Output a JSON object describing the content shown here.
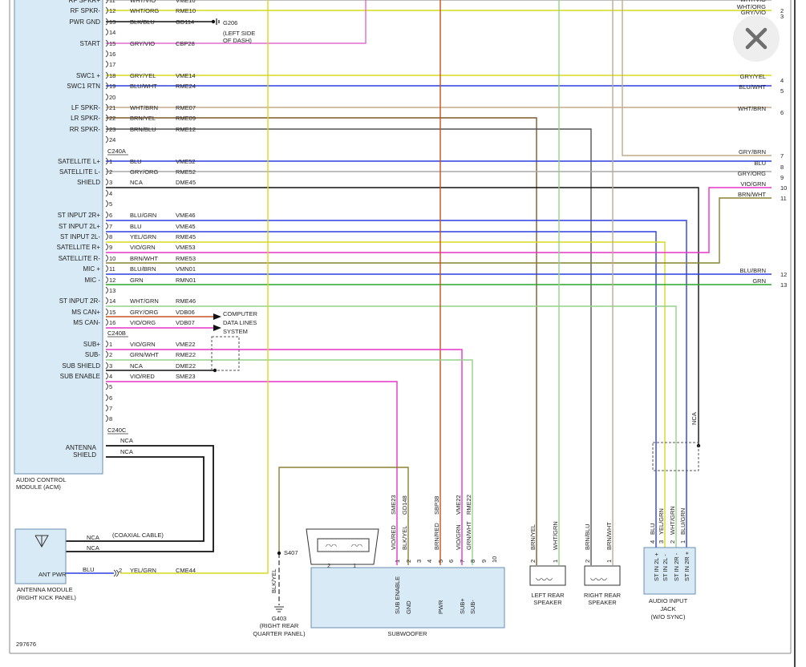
{
  "acm": {
    "label_lines": [
      "AUDIO CONTROL",
      "MODULE (ACM)"
    ],
    "pins_top": [
      {
        "label": "RF SPKR+",
        "pin": "11",
        "color_code": "WHT/VIO",
        "circuit": "VME10"
      },
      {
        "label": "RF SPKR-",
        "pin": "12",
        "color_code": "WHT/ORG",
        "circuit": "RME10"
      },
      {
        "label": "PWR GND",
        "pin": "13",
        "color_code": "BLK/BLU",
        "circuit": "GD114"
      },
      {
        "label": "",
        "pin": "14",
        "color_code": "",
        "circuit": ""
      },
      {
        "label": "START",
        "pin": "15",
        "color_code": "GRY/VIO",
        "circuit": "CBP28"
      },
      {
        "label": "",
        "pin": "16",
        "color_code": "",
        "circuit": ""
      },
      {
        "label": "",
        "pin": "17",
        "color_code": "",
        "circuit": ""
      },
      {
        "label": "SWC1 +",
        "pin": "18",
        "color_code": "GRY/YEL",
        "circuit": "VME14"
      },
      {
        "label": "SWC1 RTN",
        "pin": "19",
        "color_code": "BLU/WHT",
        "circuit": "RME24"
      },
      {
        "label": "",
        "pin": "20",
        "color_code": "",
        "circuit": ""
      },
      {
        "label": "LF SPKR-",
        "pin": "21",
        "color_code": "WHT/BRN",
        "circuit": "RME07"
      },
      {
        "label": "LR SPKR-",
        "pin": "22",
        "color_code": "BRN/YEL",
        "circuit": "RME09"
      },
      {
        "label": "RR SPKR-",
        "pin": "23",
        "color_code": "BRN/BLU",
        "circuit": "RME12"
      },
      {
        "label": "",
        "pin": "24",
        "color_code": "",
        "circuit": ""
      }
    ],
    "connector_a": "C240A",
    "pins_a": [
      {
        "label": "SATELLITE L+",
        "pin": "1",
        "color_code": "BLU",
        "circuit": "VME52"
      },
      {
        "label": "SATELLITE L-",
        "pin": "2",
        "color_code": "GRY/ORG",
        "circuit": "RME52"
      },
      {
        "label": "SHIELD",
        "pin": "3",
        "color_code": "NCA",
        "circuit": "DME45"
      },
      {
        "label": "",
        "pin": "4",
        "color_code": "",
        "circuit": ""
      },
      {
        "label": "",
        "pin": "5",
        "color_code": "",
        "circuit": ""
      },
      {
        "label": "ST INPUT 2R+",
        "pin": "6",
        "color_code": "BLU/GRN",
        "circuit": "VME46"
      },
      {
        "label": "ST INPUT 2L+",
        "pin": "7",
        "color_code": "BLU",
        "circuit": "VME45"
      },
      {
        "label": "ST INPUT 2L-",
        "pin": "8",
        "color_code": "YEL/GRN",
        "circuit": "RME45"
      },
      {
        "label": "SATELLITE R+",
        "pin": "9",
        "color_code": "VIO/GRN",
        "circuit": "VME53"
      },
      {
        "label": "SATELLITE R-",
        "pin": "10",
        "color_code": "BRN/WHT",
        "circuit": "RME53"
      },
      {
        "label": "MIC +",
        "pin": "11",
        "color_code": "BLU/BRN",
        "circuit": "VMN01"
      },
      {
        "label": "MIC -",
        "pin": "12",
        "color_code": "GRN",
        "circuit": "RMN01"
      },
      {
        "label": "",
        "pin": "13",
        "color_code": "",
        "circuit": ""
      },
      {
        "label": "ST INPUT 2R-",
        "pin": "14",
        "color_code": "WHT/GRN",
        "circuit": "RME46"
      },
      {
        "label": "MS CAN+",
        "pin": "15",
        "color_code": "GRY/ORG",
        "circuit": "VDB06"
      },
      {
        "label": "MS CAN-",
        "pin": "16",
        "color_code": "VIO/ORG",
        "circuit": "VDB07"
      }
    ],
    "connector_b": "C240B",
    "pins_b": [
      {
        "label": "SUB+",
        "pin": "1",
        "color_code": "VIO/GRN",
        "circuit": "VME22"
      },
      {
        "label": "SUB-",
        "pin": "2",
        "color_code": "GRN/WHT",
        "circuit": "RME22"
      },
      {
        "label": "SUB SHIELD",
        "pin": "3",
        "color_code": "NCA",
        "circuit": "DME22"
      },
      {
        "label": "SUB ENABLE",
        "pin": "4",
        "color_code": "VIO/RED",
        "circuit": "SME23"
      },
      {
        "label": "",
        "pin": "5",
        "color_code": "",
        "circuit": ""
      },
      {
        "label": "",
        "pin": "6",
        "color_code": "",
        "circuit": ""
      },
      {
        "label": "",
        "pin": "7",
        "color_code": "",
        "circuit": ""
      },
      {
        "label": "",
        "pin": "8",
        "color_code": "",
        "circuit": ""
      }
    ],
    "connector_c": "C240C",
    "antenna_labels": [
      "ANTENNA",
      "SHIELD"
    ],
    "antenna_nca": [
      "NCA",
      "NCA"
    ]
  },
  "right_edge": [
    {
      "pin": "2",
      "color_code": "WHT/ORG"
    },
    {
      "pin": "3",
      "color_code": "GRY/VIO"
    },
    {
      "pin": "4",
      "color_code": "GRY/YEL"
    },
    {
      "pin": "5",
      "color_code": "BLU/WHT"
    },
    {
      "pin": "6",
      "color_code": "WHT/BRN"
    },
    {
      "pin": "7",
      "color_code": "GRY/BRN"
    },
    {
      "pin": "8",
      "color_code": "BLU"
    },
    {
      "pin": "9",
      "color_code": "GRY/ORG"
    },
    {
      "pin": "10",
      "color_code": "VIO/GRN"
    },
    {
      "pin": "11",
      "color_code": "BRN/WHT"
    },
    {
      "pin": "12",
      "color_code": "BLU/BRN"
    },
    {
      "pin": "13",
      "color_code": "GRN"
    }
  ],
  "right_edge_top_partial": "WHT/VIO",
  "ground_g206": {
    "name": "G206",
    "lines": [
      "(LEFT SIDE",
      "OF DASH)"
    ]
  },
  "data_lines_lines": [
    "COMPUTER",
    "DATA LINES",
    "SYSTEM"
  ],
  "antenna_module": {
    "label_lines": [
      "ANTENNA MODULE",
      "(RIGHT KICK PANEL)"
    ],
    "nca": [
      "NCA",
      "NCA"
    ],
    "coax": "(COAXIAL CABLE)",
    "pwr_label": "ANT PWR",
    "pwr_color": "BLU",
    "pin": "2",
    "wire_color": "YEL/GRN",
    "circuit": "CME44"
  },
  "s407": "S407",
  "g403": {
    "wire": "BLK/YEL",
    "name": "G403",
    "lines": [
      "(RIGHT REAR",
      "QUARTER PANEL)"
    ]
  },
  "subwoofer": {
    "label": "SUBWOOFER",
    "pin_labels": [
      "SUB ENABLE",
      "GND",
      "PWR",
      "SUB+",
      "SUB-"
    ],
    "top_circuits": [
      "SME23",
      "GD148",
      "SBP38",
      "VME22",
      "RME22"
    ],
    "wire_colors": [
      "VIO/RED",
      "BLK/YEL",
      "BRN/RED",
      "VIO/GRN",
      "GRN/WHT"
    ],
    "pins": [
      "1",
      "2",
      "3",
      "4",
      "5",
      "6",
      "7",
      "8",
      "9",
      "10"
    ],
    "coil_labels": [
      "2",
      "1"
    ]
  },
  "left_rear": {
    "label_lines": [
      "LEFT REAR",
      "SPEAKER"
    ],
    "wires": [
      "BRN/YEL",
      "WHT/GRN"
    ],
    "pins": [
      "2",
      "1"
    ]
  },
  "right_rear": {
    "label_lines": [
      "RIGHT REAR",
      "SPEAKER"
    ],
    "wires": [
      "BRN/BLU",
      "BRN/WHT"
    ],
    "pins": [
      "2",
      "1"
    ]
  },
  "audio_jack": {
    "label_lines": [
      "AUDIO INPUT",
      "JACK",
      "(W/O SYNC)"
    ],
    "pins": [
      "4",
      "3",
      "2",
      "1"
    ],
    "wires": [
      "BLU",
      "YEL/GRN",
      "WHT/GRN",
      "BLU/GRN"
    ],
    "pin_labels": [
      "ST IN 2L +",
      "ST IN 2L -",
      "ST IN 2R -",
      "ST IN 2R +"
    ],
    "nca": "NCA"
  },
  "diagram_id": "297676",
  "colors": {
    "blue": "#2b3ee0",
    "yellow": "#d6da1e",
    "magenta": "#e535c8",
    "pink": "#e06bd0",
    "brown": "#8a6a35",
    "brown_dark": "#7a5a2a",
    "tan": "#c2aa8a",
    "gray": "#a8a8a8",
    "green": "#2aa52a",
    "light_green": "#96d08a",
    "orange": "#c8501e",
    "dark_gray": "#555555",
    "blue_green": "#2c9a8a",
    "olive": "#8c8030",
    "black": "#111111",
    "frame": "#888888",
    "box_fill": "#d8eaf6",
    "box_stroke": "#6a8fb0"
  },
  "close_icon": "close-icon"
}
